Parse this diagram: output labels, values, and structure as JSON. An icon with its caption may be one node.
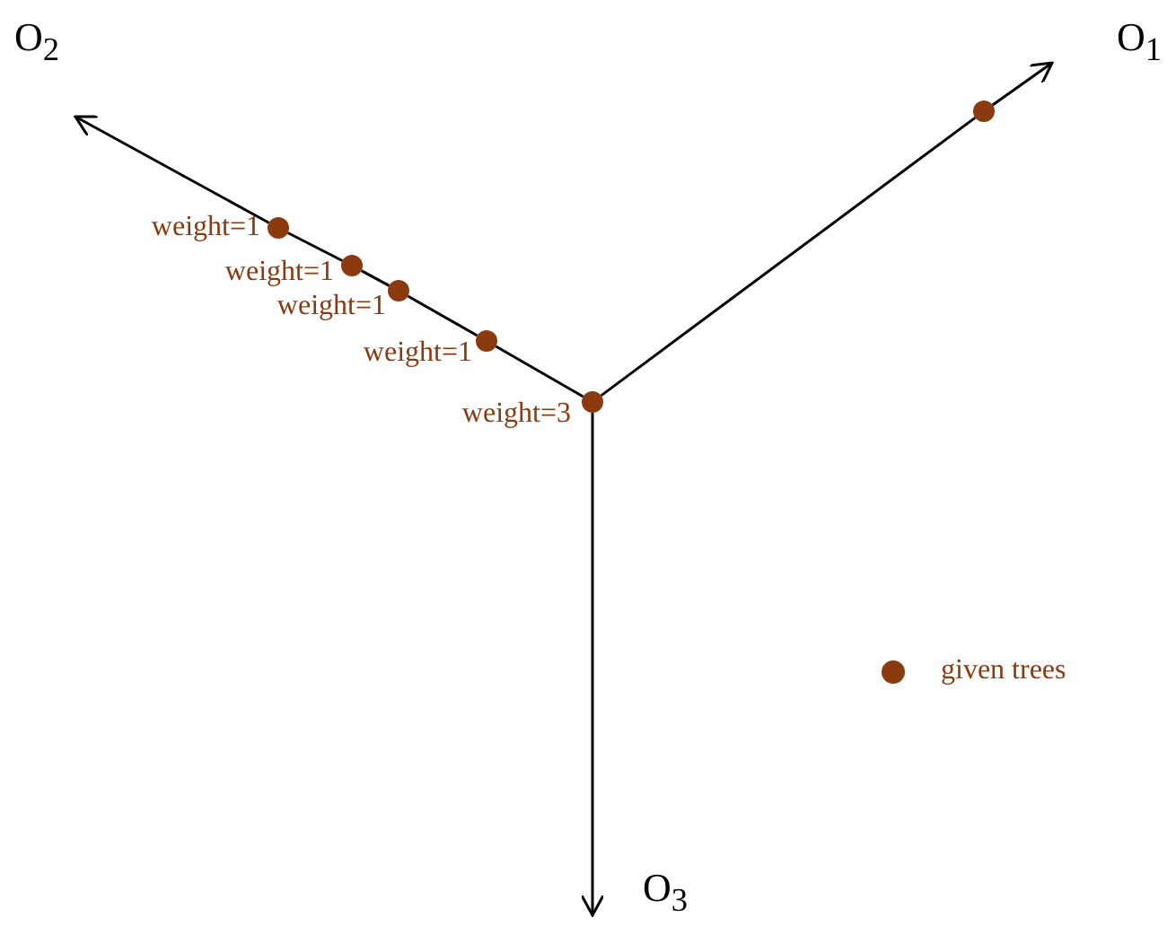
{
  "diagram": {
    "nodes": [
      {
        "text": [
          "O$_{2}$"
        ]
      },
      {
        "text": [
          "O$_{1}$"
        ]
      },
      {
        "text": [],
        "shape": "circle"
      },
      {
        "text": [],
        "shape": "circle",
        "beside": [
          "weight=1"
        ]
      },
      {
        "text": [],
        "shape": "circle",
        "beside": [
          "weight=1"
        ]
      },
      {
        "text": [],
        "shape": "circle",
        "beside": [
          "weight=1"
        ]
      },
      {
        "text": [],
        "shape": "circle",
        "beside": [
          "weight=1"
        ]
      },
      {
        "text": [],
        "shape": "circle",
        "beside": [
          "weight=3"
        ]
      },
      {
        "text": [
          "O$_{3}$"
        ]
      }
    ],
    "edges": [
      {
        "from": 7,
        "to": 2,
        "arrow": "none"
      },
      {
        "from": 2,
        "to": 1,
        "arrow": "to"
      },
      {
        "from": 7,
        "to": 6,
        "arrow": "none"
      },
      {
        "from": 6,
        "to": 5,
        "arrow": "none"
      },
      {
        "from": 5,
        "to": 4,
        "arrow": "none"
      },
      {
        "from": 4,
        "to": 3,
        "arrow": "none"
      },
      {
        "from": 3,
        "to": 0,
        "arrow": "to"
      },
      {
        "from": 7,
        "to": 8,
        "arrow": "to"
      }
    ],
    "legend": [
      {
        "text": "given trees",
        "color": "#8b3a0f"
      }
    ]
  }
}
